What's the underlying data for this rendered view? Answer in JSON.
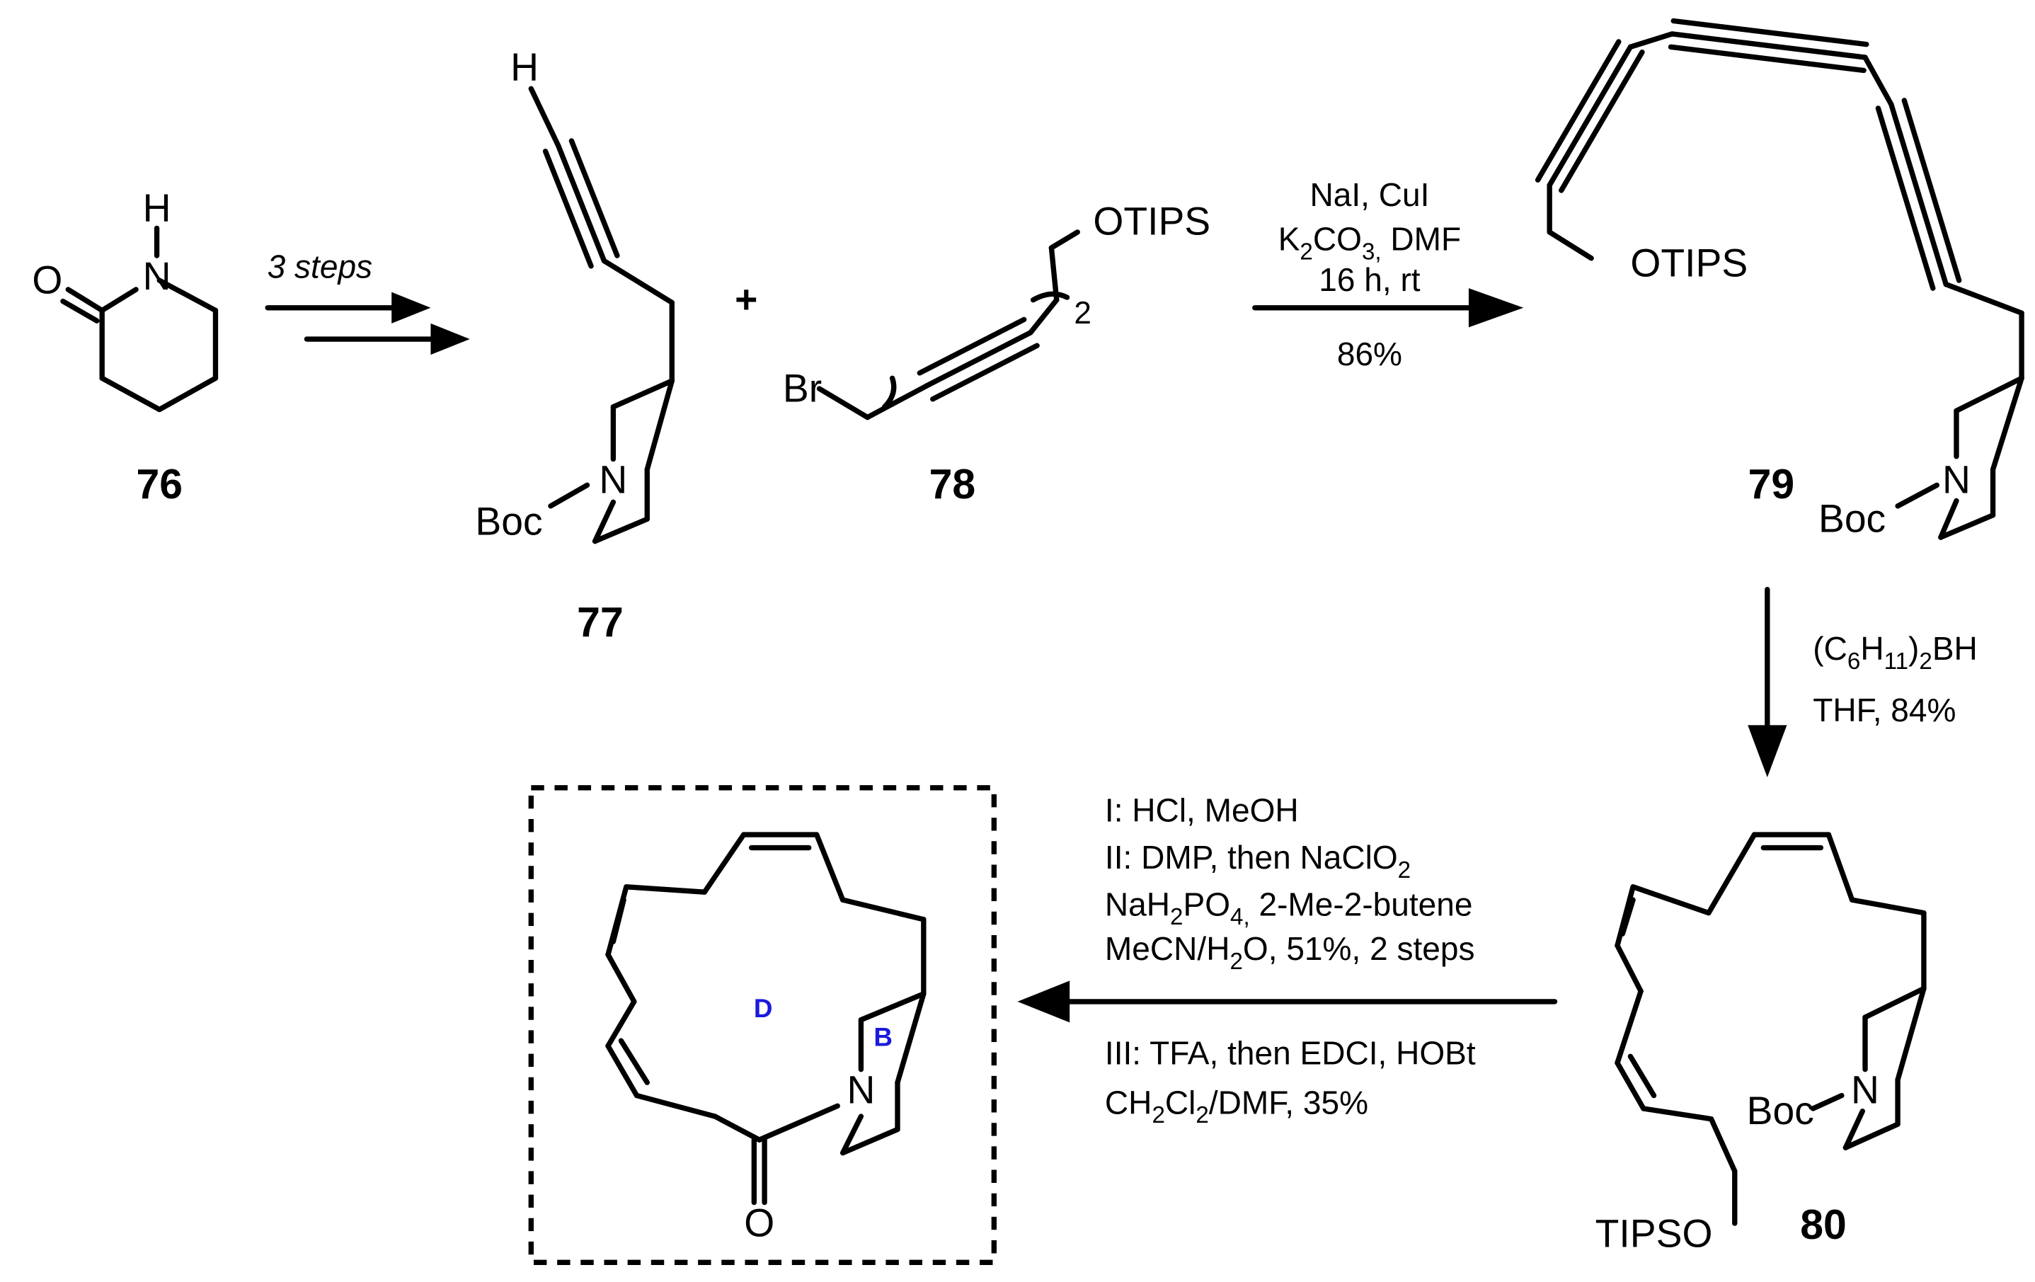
{
  "compounds": {
    "c76": "76",
    "c77": "77",
    "c78": "78",
    "c79": "79",
    "c80": "80"
  },
  "atoms": {
    "O": "O",
    "N": "N",
    "H": "H",
    "Br": "Br",
    "Boc": "Boc",
    "OTIPS": "OTIPS",
    "TIPSO": "TIPSO",
    "plus": "+",
    "subscript_2": "2"
  },
  "ring_labels": {
    "D": "D",
    "B": "B"
  },
  "steps": {
    "step1": "3 steps",
    "step2": {
      "line1": "NaI, CuI",
      "line2_a": "K",
      "line2_sub": "2",
      "line2_b": "CO",
      "line2_sub2": "3,",
      "line2_c": " DMF",
      "line3": "16 h, rt",
      "yield": "86%"
    },
    "step3": {
      "line1_a": "(C",
      "line1_s1": "6",
      "line1_b": "H",
      "line1_s2": "11",
      "line1_c": ")",
      "line1_s3": "2",
      "line1_d": "BH",
      "line2": "THF, 84%"
    },
    "step4": {
      "i": "I: HCl, MeOH",
      "ii_a": "II: DMP, then NaClO",
      "ii_sub": "2",
      "iii_a": "NaH",
      "iii_s1": "2",
      "iii_b": "PO",
      "iii_s2": "4,",
      "iii_c": " 2-Me-2-butene",
      "iv_a": "MeCN/H",
      "iv_s": "2",
      "iv_b": "O, 51%, 2 steps",
      "v": "III: TFA, then EDCI, HOBt",
      "vi_a": "CH",
      "vi_s1": "2",
      "vi_b": "Cl",
      "vi_s2": "2",
      "vi_c": "/DMF, 35%"
    }
  }
}
